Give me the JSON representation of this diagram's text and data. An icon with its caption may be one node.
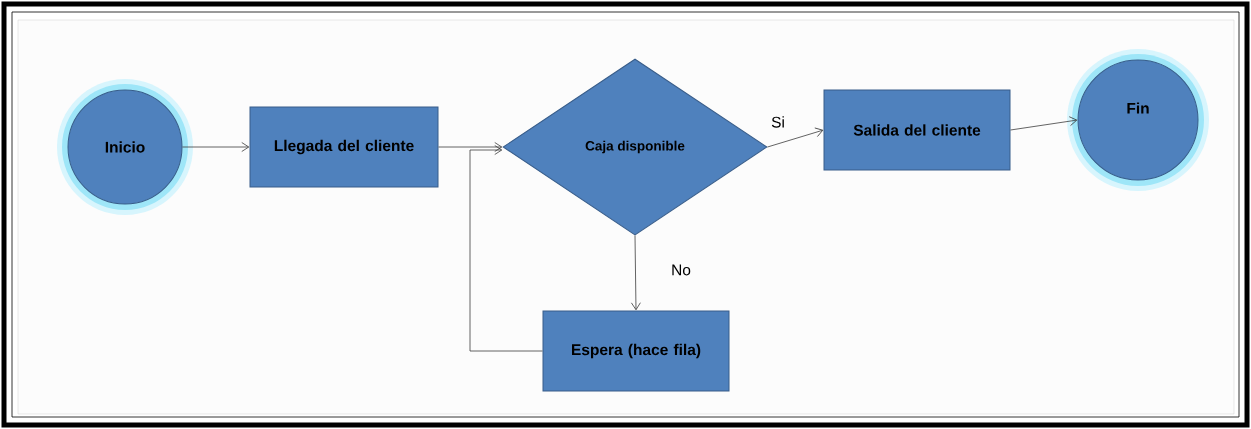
{
  "diagram": {
    "nodes": [
      {
        "text": [
          "Inicio"
        ]
      },
      {
        "text": [
          "Llegada del cliente"
        ]
      },
      {
        "text": [
          "Caja disponible"
        ]
      },
      {
        "text": [
          "Salida del cliente"
        ]
      },
      {
        "text": [
          "Fin"
        ]
      },
      {
        "text": [
          "Espera (hace fila)"
        ]
      }
    ],
    "edges": [
      {
        "from": 0,
        "to": 1,
        "arrow": "to"
      },
      {
        "from": 1,
        "to": 2,
        "arrow": "to"
      },
      {
        "from": 2,
        "to": 3,
        "arrow": "to",
        "label": "Si"
      },
      {
        "from": 3,
        "to": 4,
        "arrow": "to"
      },
      {
        "from": 2,
        "to": 5,
        "arrow": "to",
        "label": "No"
      },
      {
        "from": 5,
        "to": 2,
        "arrow": "to"
      }
    ]
  }
}
